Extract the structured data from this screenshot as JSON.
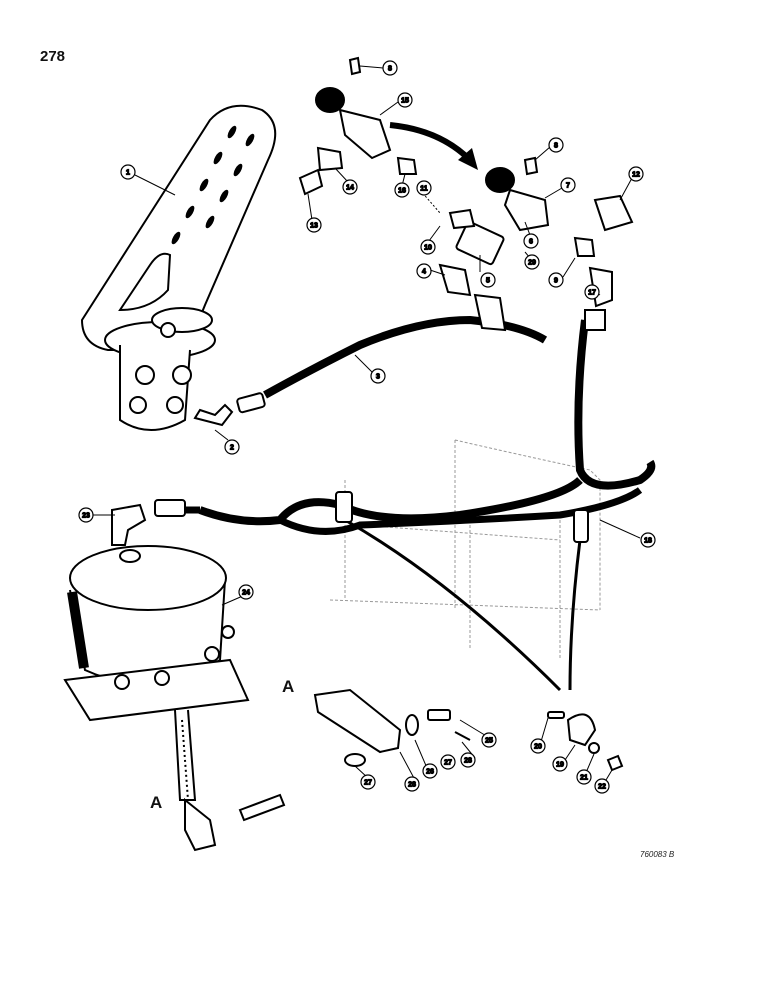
{
  "page": {
    "number": "278",
    "drawing_code": "760083 B"
  },
  "reference_letter": "A",
  "callouts": [
    {
      "id": "1",
      "label": "1"
    },
    {
      "id": "2",
      "label": "2"
    },
    {
      "id": "3",
      "label": "3"
    },
    {
      "id": "4",
      "label": "4"
    },
    {
      "id": "5",
      "label": "5"
    },
    {
      "id": "6",
      "label": "6"
    },
    {
      "id": "7",
      "label": "7"
    },
    {
      "id": "8a",
      "label": "8"
    },
    {
      "id": "8b",
      "label": "8"
    },
    {
      "id": "9",
      "label": "9"
    },
    {
      "id": "10",
      "label": "10"
    },
    {
      "id": "11",
      "label": "11"
    },
    {
      "id": "12",
      "label": "12"
    },
    {
      "id": "13",
      "label": "13"
    },
    {
      "id": "14",
      "label": "14"
    },
    {
      "id": "15",
      "label": "15"
    },
    {
      "id": "16",
      "label": "16"
    },
    {
      "id": "17",
      "label": "17"
    },
    {
      "id": "18",
      "label": "18"
    },
    {
      "id": "19",
      "label": "19"
    },
    {
      "id": "20",
      "label": "20"
    },
    {
      "id": "21",
      "label": "21"
    },
    {
      "id": "22",
      "label": "22"
    },
    {
      "id": "23",
      "label": "23"
    },
    {
      "id": "24",
      "label": "24"
    },
    {
      "id": "25",
      "label": "25"
    },
    {
      "id": "26",
      "label": "26"
    },
    {
      "id": "27a",
      "label": "27"
    },
    {
      "id": "27b",
      "label": "27"
    },
    {
      "id": "28a",
      "label": "28"
    },
    {
      "id": "28b",
      "label": "28"
    },
    {
      "id": "29",
      "label": "29"
    }
  ]
}
